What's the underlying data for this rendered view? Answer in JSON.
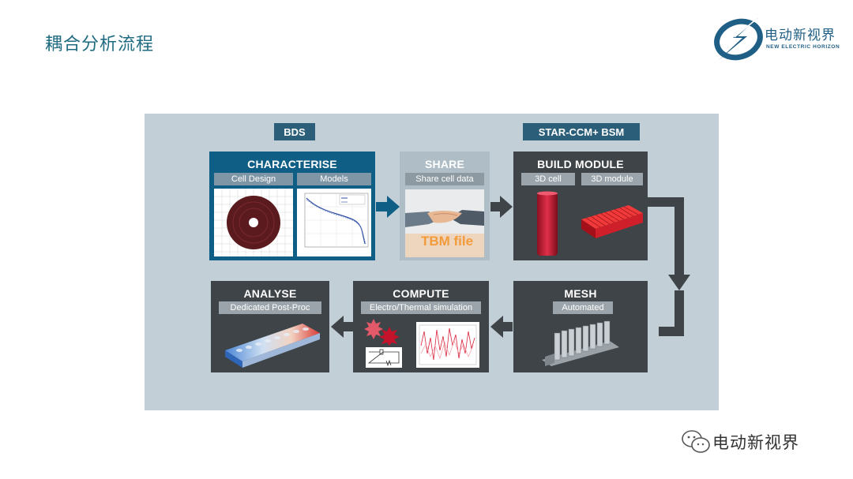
{
  "slide": {
    "title": "耦合分析流程"
  },
  "brand": {
    "name_cn": "电动新视界",
    "name_en": "NEW ELECTRIC HORIZON",
    "color": "#1f5f85"
  },
  "watermark": {
    "text": "电动新视界"
  },
  "diagram": {
    "tags": {
      "bds": "BDS",
      "star": "STAR-CCM+ BSM"
    },
    "characterise": {
      "title": "CHARACTERISE",
      "sub1": "Cell Design",
      "sub2": "Models"
    },
    "share": {
      "title": "SHARE",
      "sub": "Share cell data",
      "overlay": "TBM file"
    },
    "build": {
      "title": "BUILD MODULE",
      "sub1": "3D cell",
      "sub2": "3D module"
    },
    "mesh": {
      "title": "MESH",
      "sub": "Automated"
    },
    "compute": {
      "title": "COMPUTE",
      "sub": "Electro/Thermal simulation"
    },
    "analyse": {
      "title": "ANALYSE",
      "sub": "Dedicated Post-Proc"
    },
    "colors": {
      "panel": "#c2cfd7",
      "dark_box": "#3f4448",
      "blue_box": "#0f5e86",
      "tag": "#2b5f79",
      "arrow": "#3f4448",
      "arrow_blue": "#0f5e86",
      "accent_orange": "#f39a3a",
      "cell_red": "#d8213a"
    }
  }
}
